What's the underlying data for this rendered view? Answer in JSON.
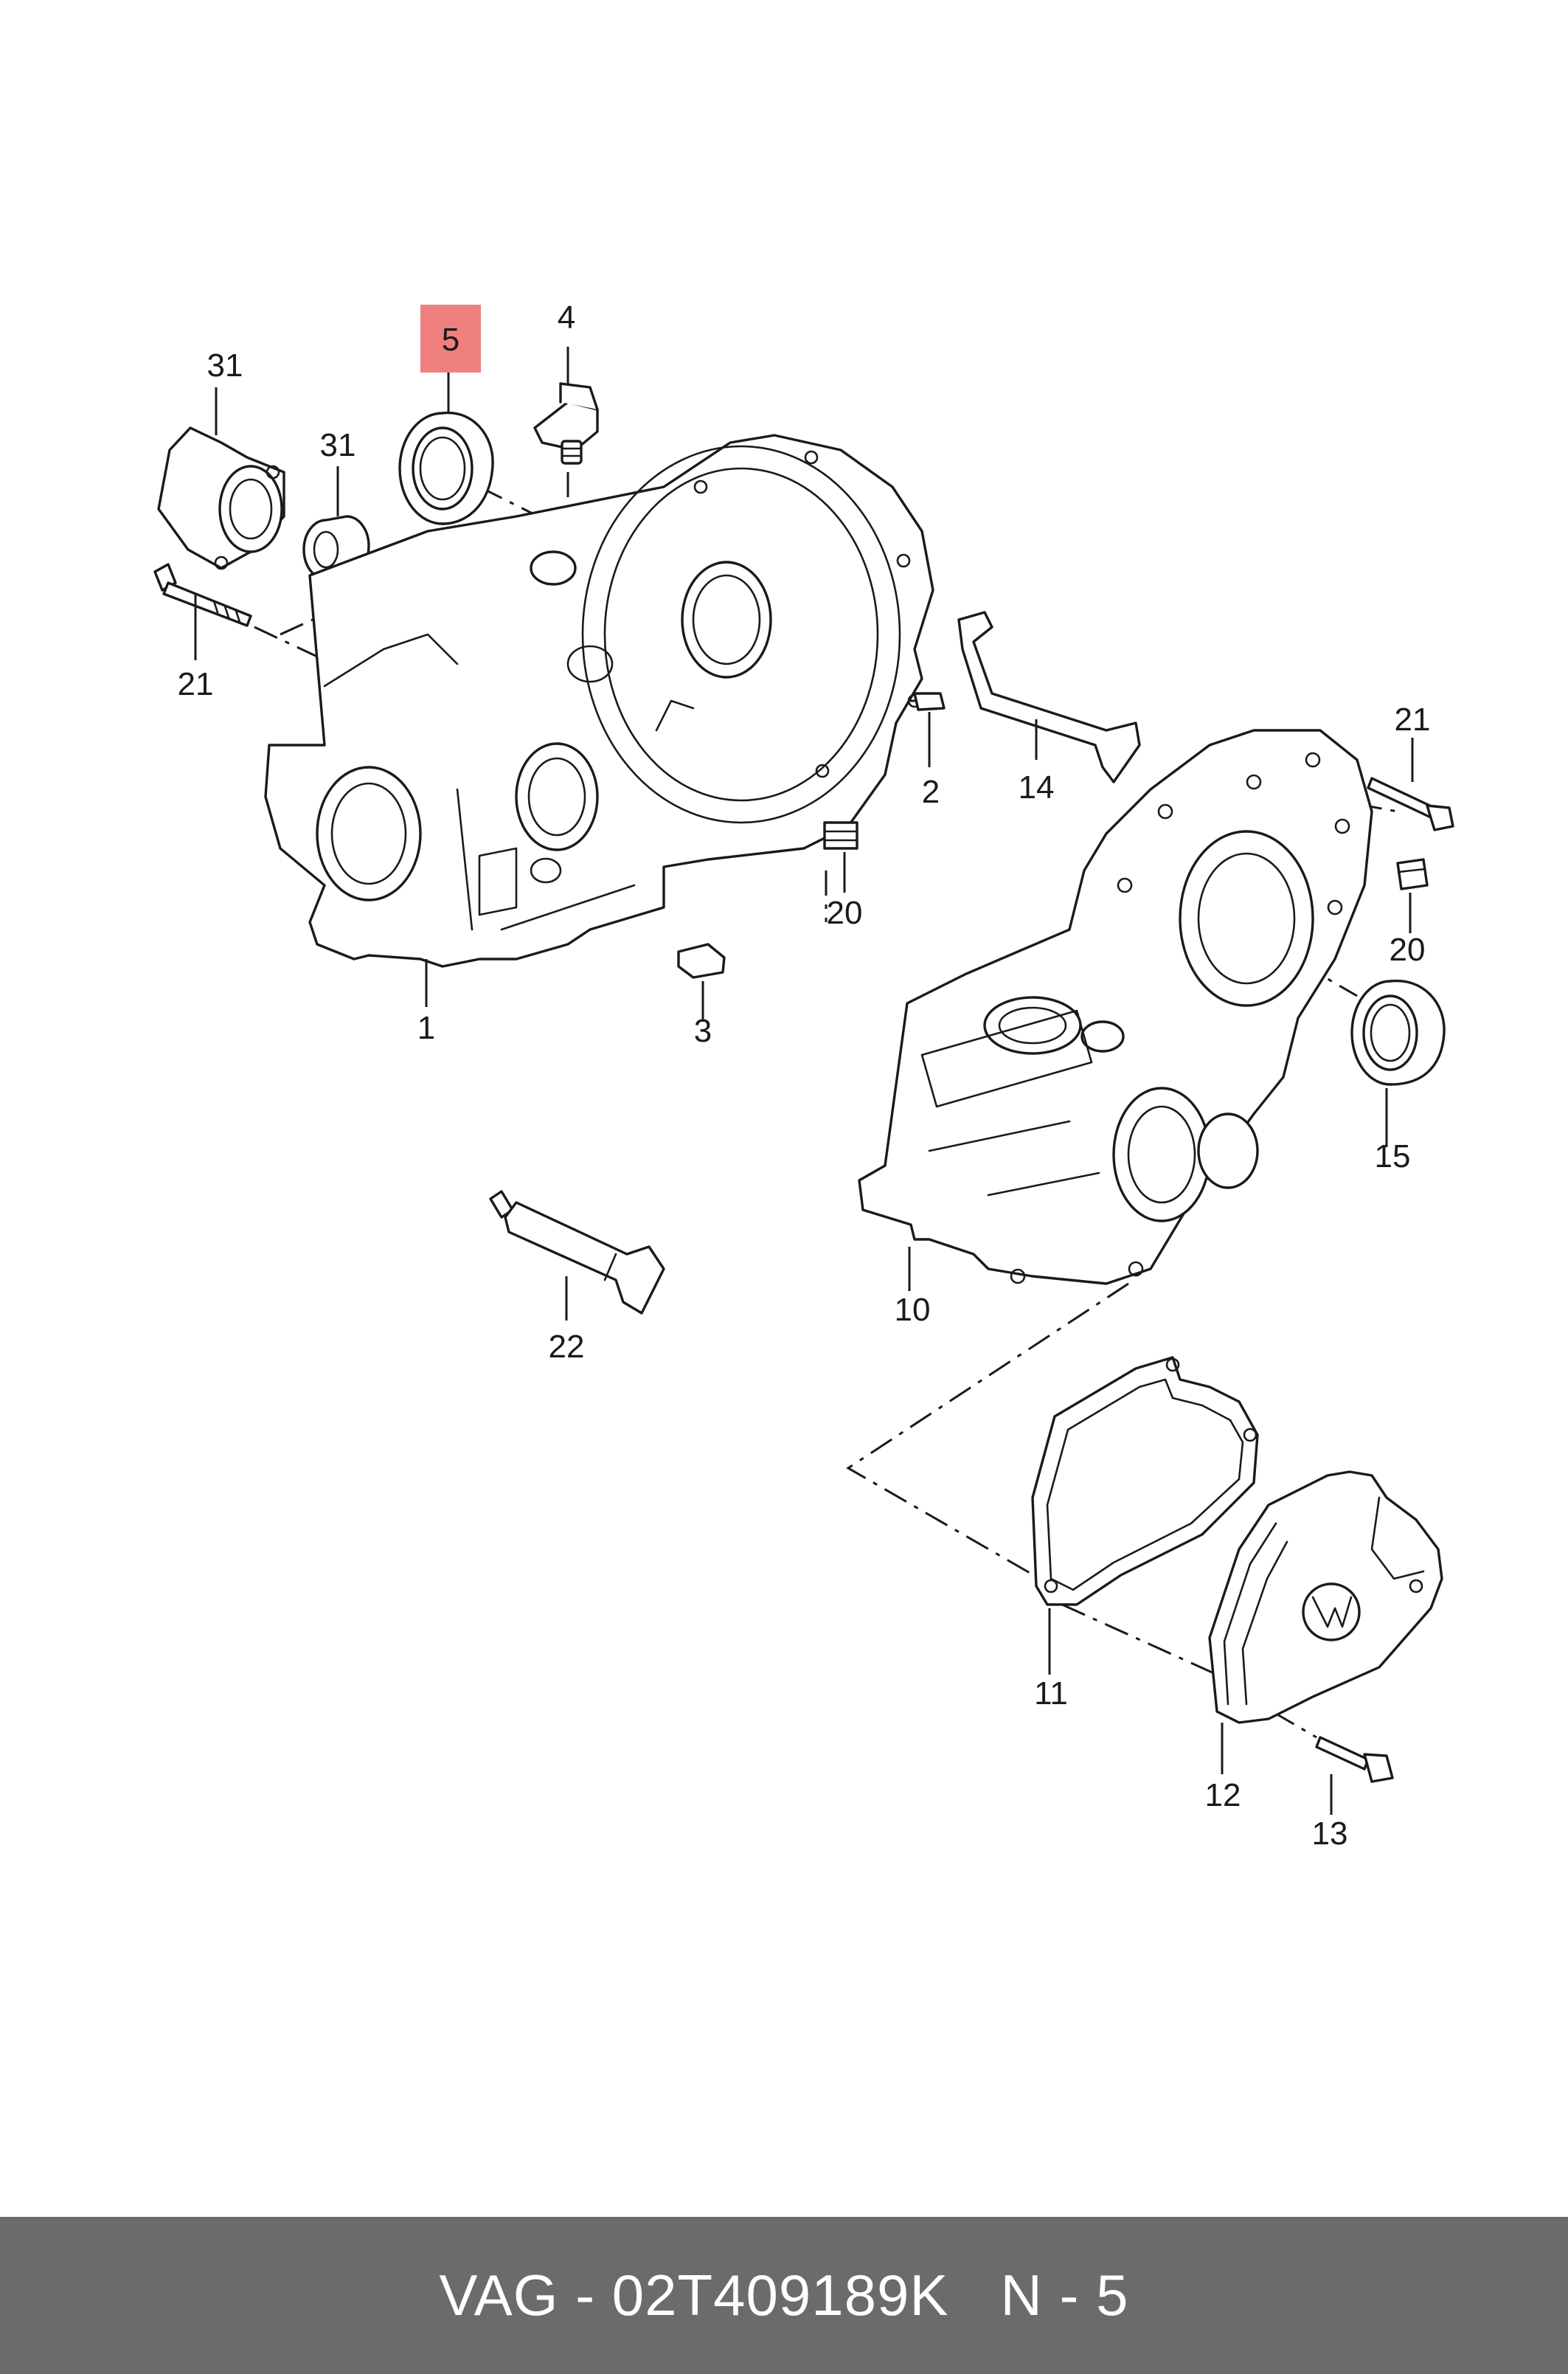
{
  "callouts": {
    "c31a": "31",
    "c31b": "31",
    "c5": "5",
    "c4": "4",
    "c21a": "21",
    "c2": "2",
    "c14": "14",
    "c21b": "21",
    "c20a": "20",
    "c20b": "20",
    "c1": "1",
    "c3": "3",
    "c15": "15",
    "c10": "10",
    "c22": "22",
    "c11": "11",
    "c12": "12",
    "c13": "13"
  },
  "highlight_color": "#f08080",
  "footer": {
    "part_number": "VAG - 02T409189K",
    "position": "N - 5",
    "background": "#6b6b6b"
  }
}
